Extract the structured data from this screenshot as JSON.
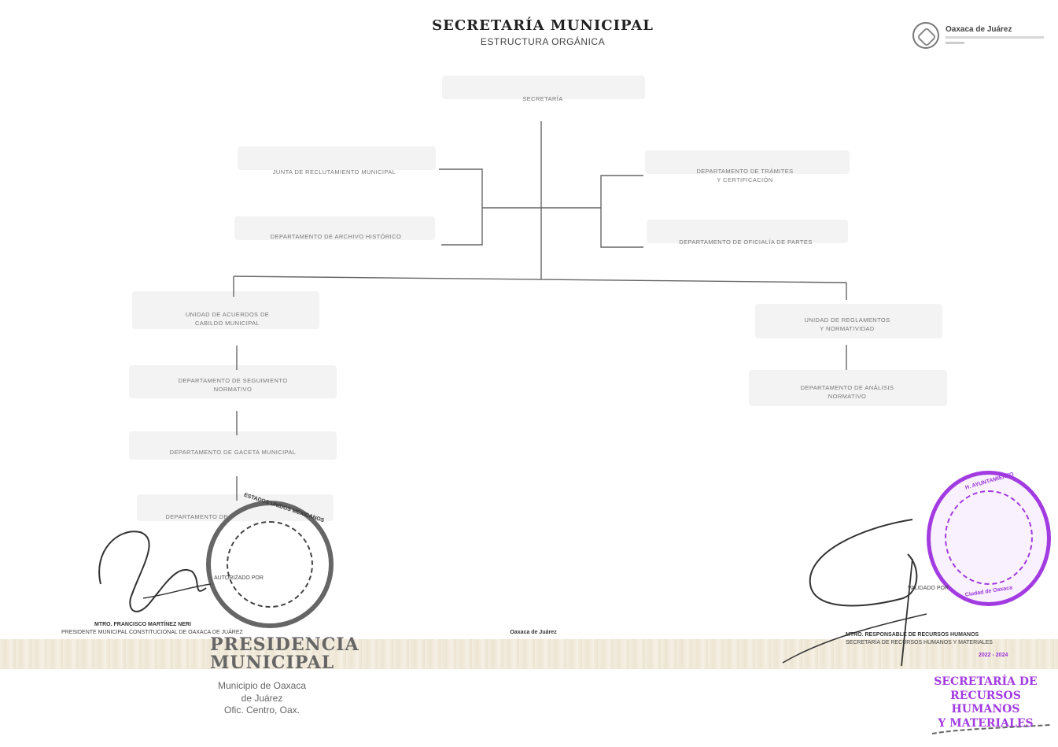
{
  "header": {
    "title": "SECRETARÍA MUNICIPAL",
    "subtitle": "ESTRUCTURA ORGÁNICA",
    "logo_name": "Oaxaca de Juárez"
  },
  "org": {
    "root": "SECRETARÍA",
    "left_top": "JUNTA DE RECLUTAMIENTO MUNICIPAL",
    "left_bottom": "DEPARTAMENTO DE ARCHIVO HISTÓRICO",
    "right_top": "DEPARTAMENTO DE TRÁMITES\nY CERTIFICACIÓN",
    "right_bottom": "DEPARTAMENTO DE OFICIALÍA DE PARTES",
    "unit_left": "UNIDAD DE ACUERDOS DE\nCABILDO MUNICIPAL",
    "unit_right": "UNIDAD DE REGLAMENTOS\nY NORMATIVIDAD",
    "dept_left_1": "DEPARTAMENTO DE SEGUIMIENTO\nNORMATIVO",
    "dept_left_2": "DEPARTAMENTO DE GACETA MUNICIPAL",
    "dept_left_3": "DEPARTAMENTO DE",
    "dept_right_1": "DEPARTAMENTO DE ANÁLISIS\nNORMATIVO"
  },
  "signatures": {
    "left_label": "AUTORIZADO POR",
    "left_name": "MTRO. FRANCISCO MARTÍNEZ NERI",
    "left_role": "PRESIDENTE MUNICIPAL CONSTITUCIONAL DE OAXACA DE JUÁREZ",
    "right_label": "VALIDADO POR",
    "right_name": "MTRO. RESPONSABLE DE RECURSOS HUMANOS",
    "right_role": "SECRETARÍA DE RECURSOS HUMANOS Y MATERIALES",
    "center_logo": "Oaxaca de Juárez",
    "years": "2022 - 2024"
  },
  "stamps": {
    "presidency": "PRESIDENCIA\nMUNICIPAL",
    "municipality": "Municipio de Oaxaca\nde Juárez\nOfic. Centro, Oax.",
    "gray_seal_text": "ESTADOS UNIDOS MEXICANOS",
    "purple_seal_text": "H. AYUNTAMIENTO",
    "purple_seal_bottom": "Ciudad de Oaxaca",
    "secretariat": "SECRETARÍA DE\nRECURSOS HUMANOS\nY MATERIALES"
  }
}
